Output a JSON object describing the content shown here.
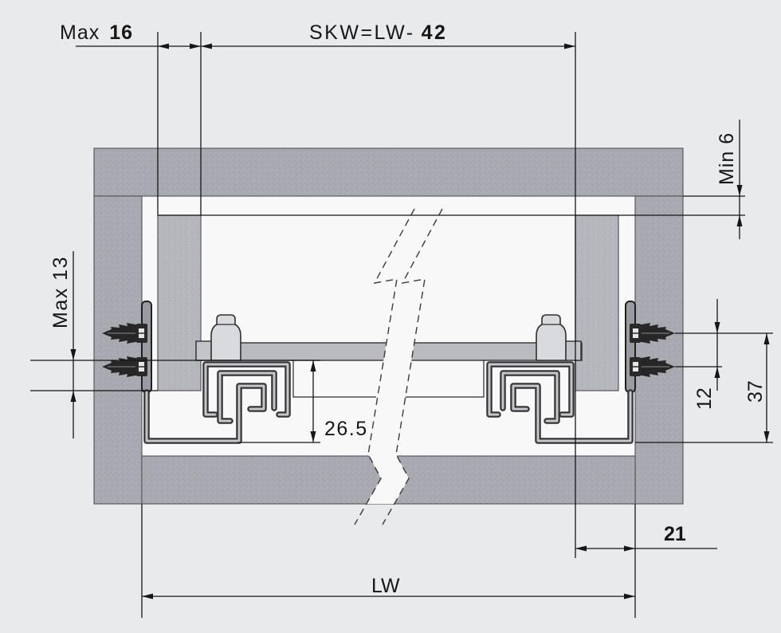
{
  "labels": {
    "drawer_side_thickness": {
      "prefix": "Max",
      "value": "16"
    },
    "inner_drawer_width": {
      "prefix": "SKW=LW-",
      "value": "42"
    },
    "top_clearance": "Min 6",
    "slide_mount_range": "Max 13",
    "slide_height": "26.5",
    "screw_spacing": "12",
    "bottom_to_screw": "37",
    "side_clearance": "21",
    "cabinet_inner_width": "LW"
  },
  "colors": {
    "background": "#e9eaec",
    "panel": "#a9aab1",
    "opening": "#f8f8f9",
    "ink": "#161616"
  }
}
